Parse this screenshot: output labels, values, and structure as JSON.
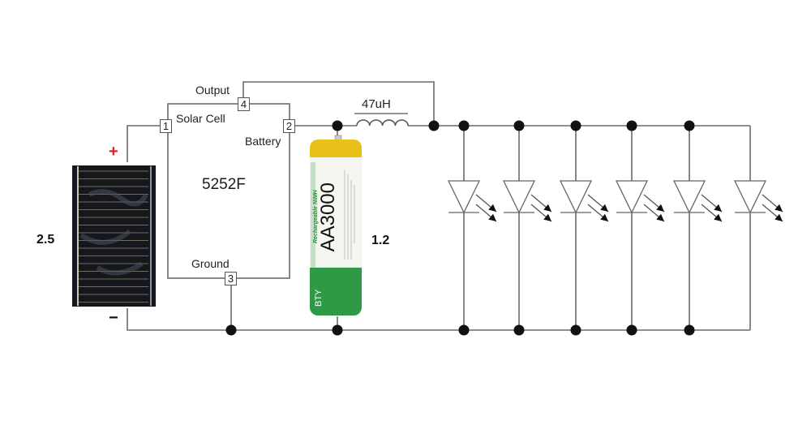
{
  "diagram": {
    "title": "Solar LED driver circuit",
    "chip": {
      "part_number": "5252F",
      "pins": [
        {
          "number": "1",
          "label": "Solar Cell"
        },
        {
          "number": "2",
          "label": "Battery"
        },
        {
          "number": "3",
          "label": "Ground"
        },
        {
          "number": "4",
          "label": "Output"
        }
      ]
    },
    "solar_panel": {
      "voltage_label": "2.5",
      "plus_sign": "+",
      "minus_sign": "−"
    },
    "battery": {
      "model": "AA3000",
      "type_text": "Rechargeable NiMH",
      "brand": "BTY",
      "voltage_label": "1.2"
    },
    "inductor": {
      "value_label": "47uH"
    },
    "led_array": {
      "count": 6
    },
    "colors": {
      "wire": "#6b6b6b",
      "node": "#111111",
      "plus": "#e02020",
      "battery_green": "#2e9a45",
      "battery_cap": "#e8c21a"
    }
  }
}
